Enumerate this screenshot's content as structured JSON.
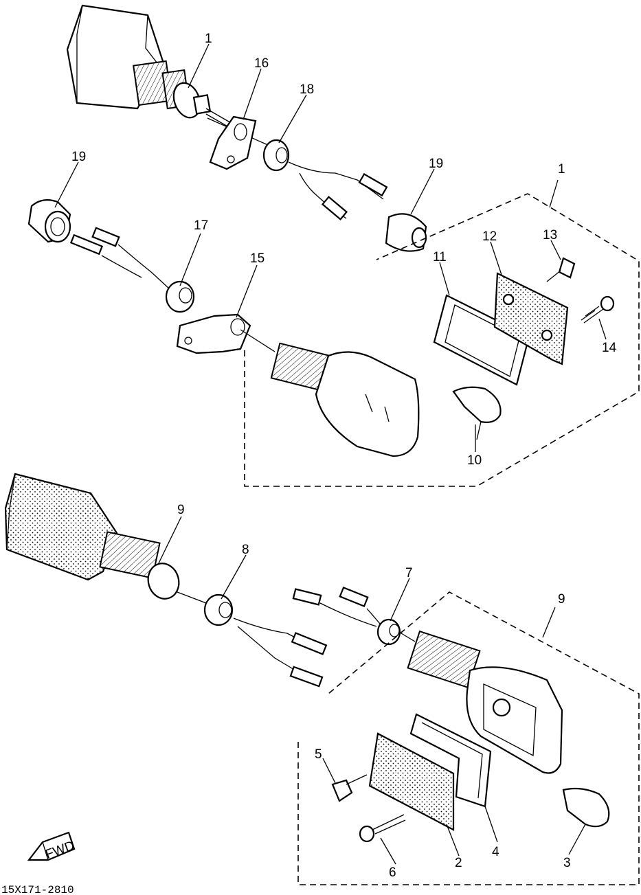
{
  "diagram": {
    "drawing_code": "15X171-2810",
    "fwd_label": "FWD",
    "callouts": [
      {
        "id": "c1a",
        "text": "1"
      },
      {
        "id": "c16",
        "text": "16"
      },
      {
        "id": "c18",
        "text": "18"
      },
      {
        "id": "c19a",
        "text": "19"
      },
      {
        "id": "c19b",
        "text": "19"
      },
      {
        "id": "c1b",
        "text": "1"
      },
      {
        "id": "c17",
        "text": "17"
      },
      {
        "id": "c15",
        "text": "15"
      },
      {
        "id": "c12",
        "text": "12"
      },
      {
        "id": "c13",
        "text": "13"
      },
      {
        "id": "c11",
        "text": "11"
      },
      {
        "id": "c14",
        "text": "14"
      },
      {
        "id": "c10",
        "text": "10"
      },
      {
        "id": "c9a",
        "text": "9"
      },
      {
        "id": "c8",
        "text": "8"
      },
      {
        "id": "c7",
        "text": "7"
      },
      {
        "id": "c9b",
        "text": "9"
      },
      {
        "id": "c5",
        "text": "5"
      },
      {
        "id": "c6",
        "text": "6"
      },
      {
        "id": "c2",
        "text": "2"
      },
      {
        "id": "c4",
        "text": "4"
      },
      {
        "id": "c3",
        "text": "3"
      }
    ]
  }
}
